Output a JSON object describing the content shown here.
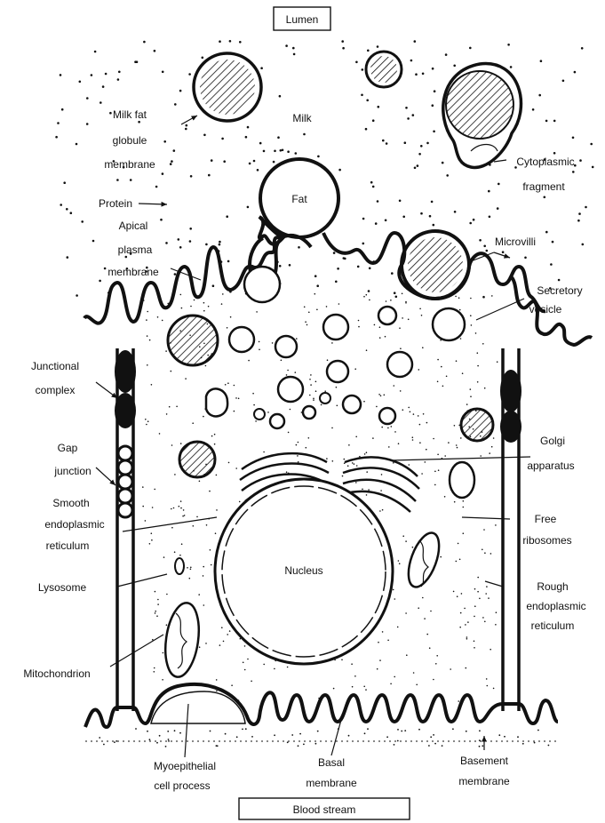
{
  "top_box": "Lumen",
  "bottom_box": "Blood stream",
  "labels": {
    "milk": "Milk",
    "fat": "Fat",
    "nucleus": "Nucleus",
    "milk_fat_globule_membrane": [
      "Milk fat",
      "globule",
      "membrane"
    ],
    "protein": "Protein",
    "cytoplasmic_fragment": [
      "Cytoplasmic",
      "fragment"
    ],
    "apical_plasma_membrane": [
      "Apical",
      "plasma",
      "membrane"
    ],
    "microvilli": "Microvilli",
    "secretory_vesicle": [
      "Secretory",
      "vesicle"
    ],
    "junctional_complex": [
      "Junctional",
      "complex"
    ],
    "gap_junction": [
      "Gap",
      "junction"
    ],
    "smooth_er": [
      "Smooth",
      "endoplasmic",
      "reticulum"
    ],
    "golgi": [
      "Golgi",
      "apparatus"
    ],
    "free_ribosomes": [
      "Free",
      "ribosomes"
    ],
    "lysosome": "Lysosome",
    "rough_er": [
      "Rough",
      "endoplasmic",
      "reticulum"
    ],
    "mitochondrion": "Mitochondrion",
    "myoepithelial": [
      "Myoepithelial",
      "cell process"
    ],
    "basal_membrane": [
      "Basal",
      "membrane"
    ],
    "basement_membrane": [
      "Basement",
      "membrane"
    ]
  },
  "colors": {
    "ink": "#111111",
    "background": "#ffffff"
  }
}
